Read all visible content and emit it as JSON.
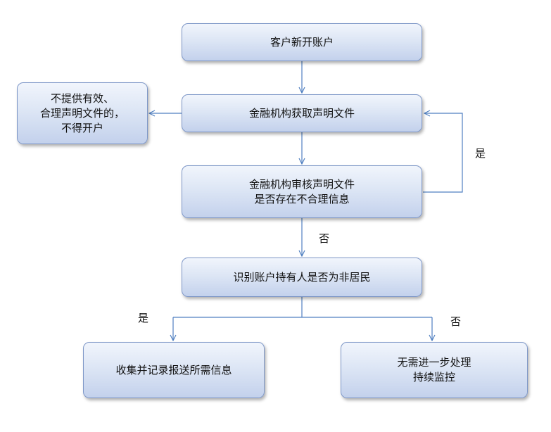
{
  "nodes": {
    "open_account": "客户新开账户",
    "obtain_declaration": "金融机构获取声明文件",
    "review_declaration": [
      "金融机构审核声明文件",
      "是否存在不合理信息"
    ],
    "no_account": [
      "不提供有效、",
      "合理声明文件的，",
      "不得开户"
    ],
    "identify_nonresident": "识别账户持有人是否为非居民",
    "collect_report": "收集并记录报送所需信息",
    "continue_monitoring": [
      "无需进一步处理",
      "持续监控"
    ]
  },
  "labels": {
    "yes_loop": "是",
    "no_down": "否",
    "yes_left": "是",
    "no_right": "否"
  },
  "colors": {
    "box_border": "#7f98c8",
    "box_fill_top": "#f1f5fc",
    "box_fill_bottom": "#c3d1ec",
    "connector": "#4f7fc0"
  }
}
